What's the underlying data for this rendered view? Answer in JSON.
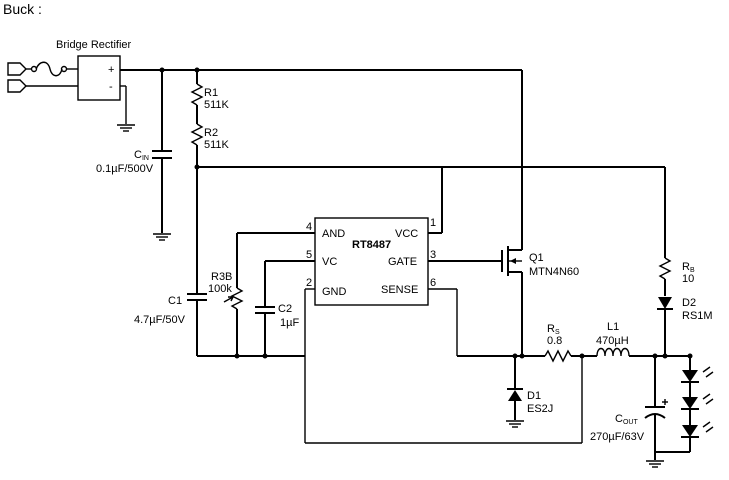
{
  "title": "Buck :",
  "bridge": {
    "label": "Bridge Rectifier",
    "plus": "+",
    "minus": "-"
  },
  "ic": {
    "name": "RT8487",
    "pins": {
      "and": "AND",
      "vc": "VC",
      "gnd": "GND",
      "vcc": "VCC",
      "gate": "GATE",
      "sense": "SENSE",
      "n4": "4",
      "n5": "5",
      "n2": "2",
      "n1": "1",
      "n3": "3",
      "n6": "6"
    }
  },
  "components": {
    "r1": {
      "ref": "R1",
      "value": "511K"
    },
    "r2": {
      "ref": "R2",
      "value": "511K"
    },
    "cin": {
      "ref": "C",
      "sub": "IN",
      "value": "0.1µF/500V"
    },
    "r3b": {
      "ref": "R3B",
      "value": "100k"
    },
    "c1": {
      "ref": "C1",
      "value": "4.7µF/50V"
    },
    "c2": {
      "ref": "C2",
      "value": "1µF"
    },
    "q1": {
      "ref": "Q1",
      "value": "MTN4N60"
    },
    "rs": {
      "ref": "R",
      "sub": "S",
      "value": "0.8"
    },
    "l1": {
      "ref": "L1",
      "value": "470µH"
    },
    "rb": {
      "ref": "R",
      "sub": "B",
      "value": "10"
    },
    "d2": {
      "ref": "D2",
      "value": "RS1M"
    },
    "d1": {
      "ref": "D1",
      "value": "ES2J"
    },
    "cout": {
      "ref": "C",
      "sub": "OUT",
      "value": "270µF/63V"
    }
  }
}
